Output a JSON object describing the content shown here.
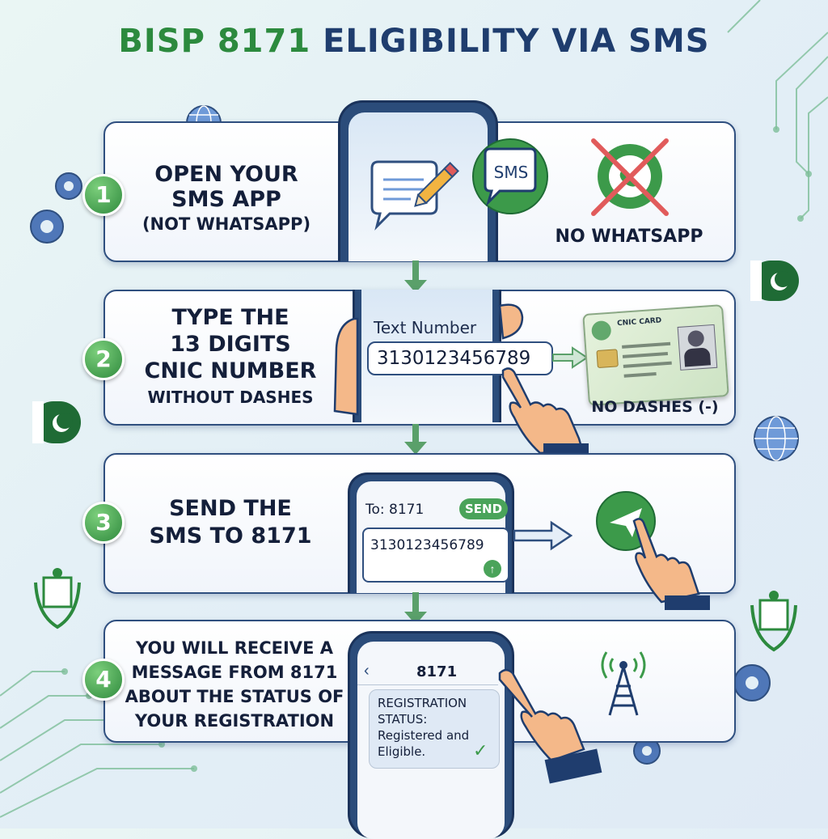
{
  "title": {
    "part1": "BISP 8171",
    "part2": "ELIGIBILITY VIA SMS"
  },
  "steps": [
    {
      "number": "1",
      "lines": [
        "OPEN YOUR",
        "SMS APP",
        "(NOT WHATSAPP)"
      ],
      "side_label": "NO WHATSAPP",
      "badge": "SMS"
    },
    {
      "number": "2",
      "lines": [
        "TYPE THE",
        "13 DIGITS",
        "CNIC NUMBER",
        "WITHOUT DASHES"
      ],
      "field_label": "Text Number",
      "cnic_value": "3130123456789",
      "side_label": "NO DASHES (-)",
      "card_title": "CNIC CARD"
    },
    {
      "number": "3",
      "lines": [
        "SEND THE",
        "SMS TO 8171"
      ],
      "to_label": "To: 8171",
      "send_label": "SEND",
      "message": "3130123456789"
    },
    {
      "number": "4",
      "lines": [
        "YOU WILL RECEIVE A",
        "MESSAGE FROM 8171",
        "ABOUT THE STATUS OF",
        "YOUR REGISTRATION"
      ],
      "chat_header": "8171",
      "reply_lines": [
        "REGISTRATION",
        "STATUS:",
        "Registered and",
        "Eligible."
      ]
    }
  ],
  "colors": {
    "accent_green": "#2c8a3e",
    "navy": "#1f3d6e",
    "arrow_green": "#5aa06a"
  }
}
